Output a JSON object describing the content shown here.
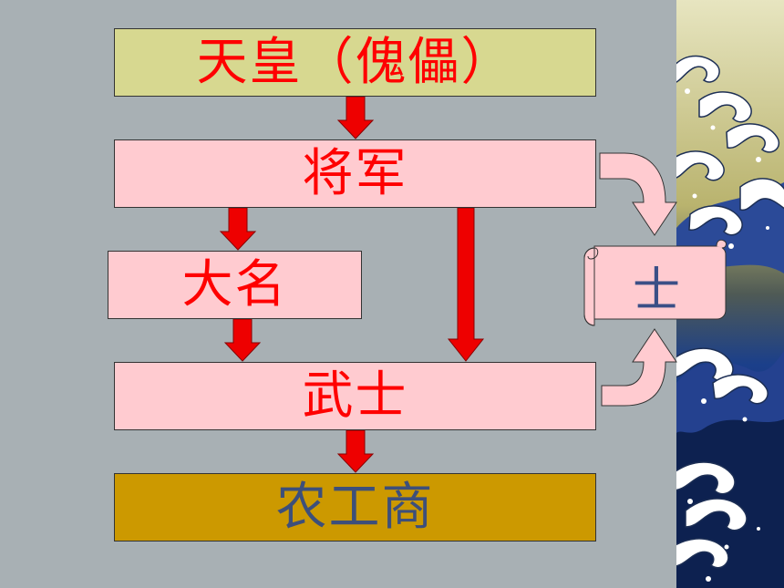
{
  "hierarchy": {
    "emperor": "天皇（傀儡）",
    "shogun": "将军",
    "daimyo": "大名",
    "samurai": "武士",
    "commoners": "农工商"
  },
  "scroll_label": "士",
  "colors": {
    "background": "#a8b0b4",
    "emperor_fill": "#d7d890",
    "pink_fill": "#ffcbd0",
    "commoners_fill": "#cc9900",
    "red_text": "#ff0000",
    "blue_text": "#3d4f7a",
    "arrow_red": "#ee0000"
  }
}
